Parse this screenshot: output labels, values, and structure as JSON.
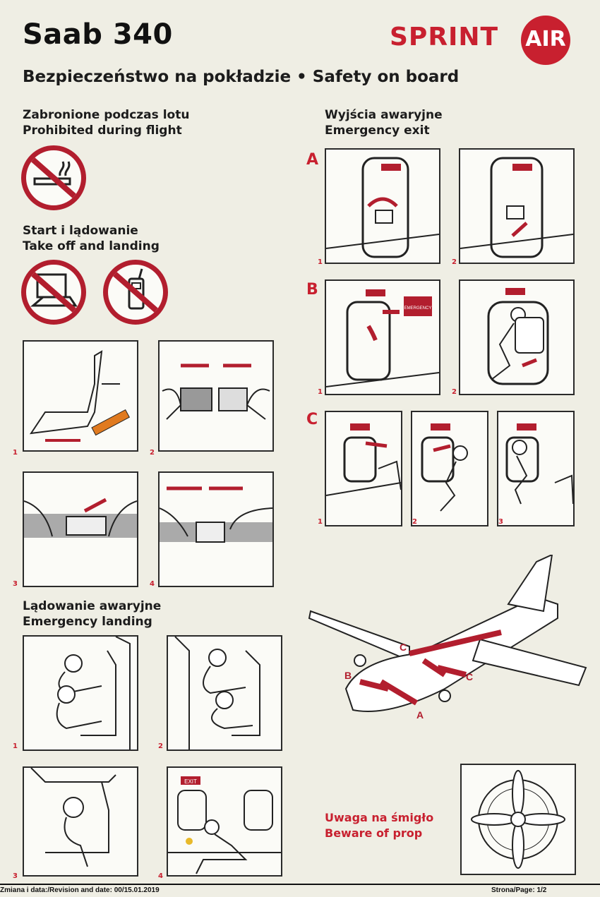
{
  "header": {
    "title": "Saab 340",
    "subtitle": "Bezpieczeństwo na pokładzie • Safety on board",
    "logo_main": "SPRINT",
    "logo_circle": "AIR",
    "brand_color": "#c8202f"
  },
  "sections": {
    "prohibited": {
      "pl": "Zabronione podczas lotu",
      "en": "Prohibited during flight"
    },
    "takeoff": {
      "pl": "Start i lądowanie",
      "en": "Take off and landing"
    },
    "emergency_landing": {
      "pl": "Lądowanie awaryjne",
      "en": "Emergency landing"
    },
    "exits": {
      "pl": "Wyjścia awaryjne",
      "en": "Emergency exit"
    }
  },
  "icons": {
    "no_smoking": "no-smoking-icon",
    "no_laptop": "no-laptop-icon",
    "no_phone": "no-phone-icon"
  },
  "seatbelt_steps": [
    "1",
    "2",
    "3",
    "4"
  ],
  "brace_steps": [
    "1",
    "2",
    "3",
    "4"
  ],
  "exit_rows": [
    {
      "letter": "A",
      "steps": [
        "1",
        "2"
      ]
    },
    {
      "letter": "B",
      "steps": [
        "1",
        "2"
      ]
    },
    {
      "letter": "C",
      "steps": [
        "1",
        "2",
        "3"
      ]
    }
  ],
  "exit_signs": {
    "label": "EXIT",
    "emergency": "EMERGENCY"
  },
  "plane_labels": {
    "a": "A",
    "b": "B",
    "c1": "C",
    "c2": "C"
  },
  "propeller_warning": {
    "pl": "Uwaga na śmigło",
    "en": "Beware of prop"
  },
  "footer": {
    "revision": "Zmiana i data:/Revision and date: 00/15.01.2019",
    "page": "Strona/Page: 1/2"
  }
}
